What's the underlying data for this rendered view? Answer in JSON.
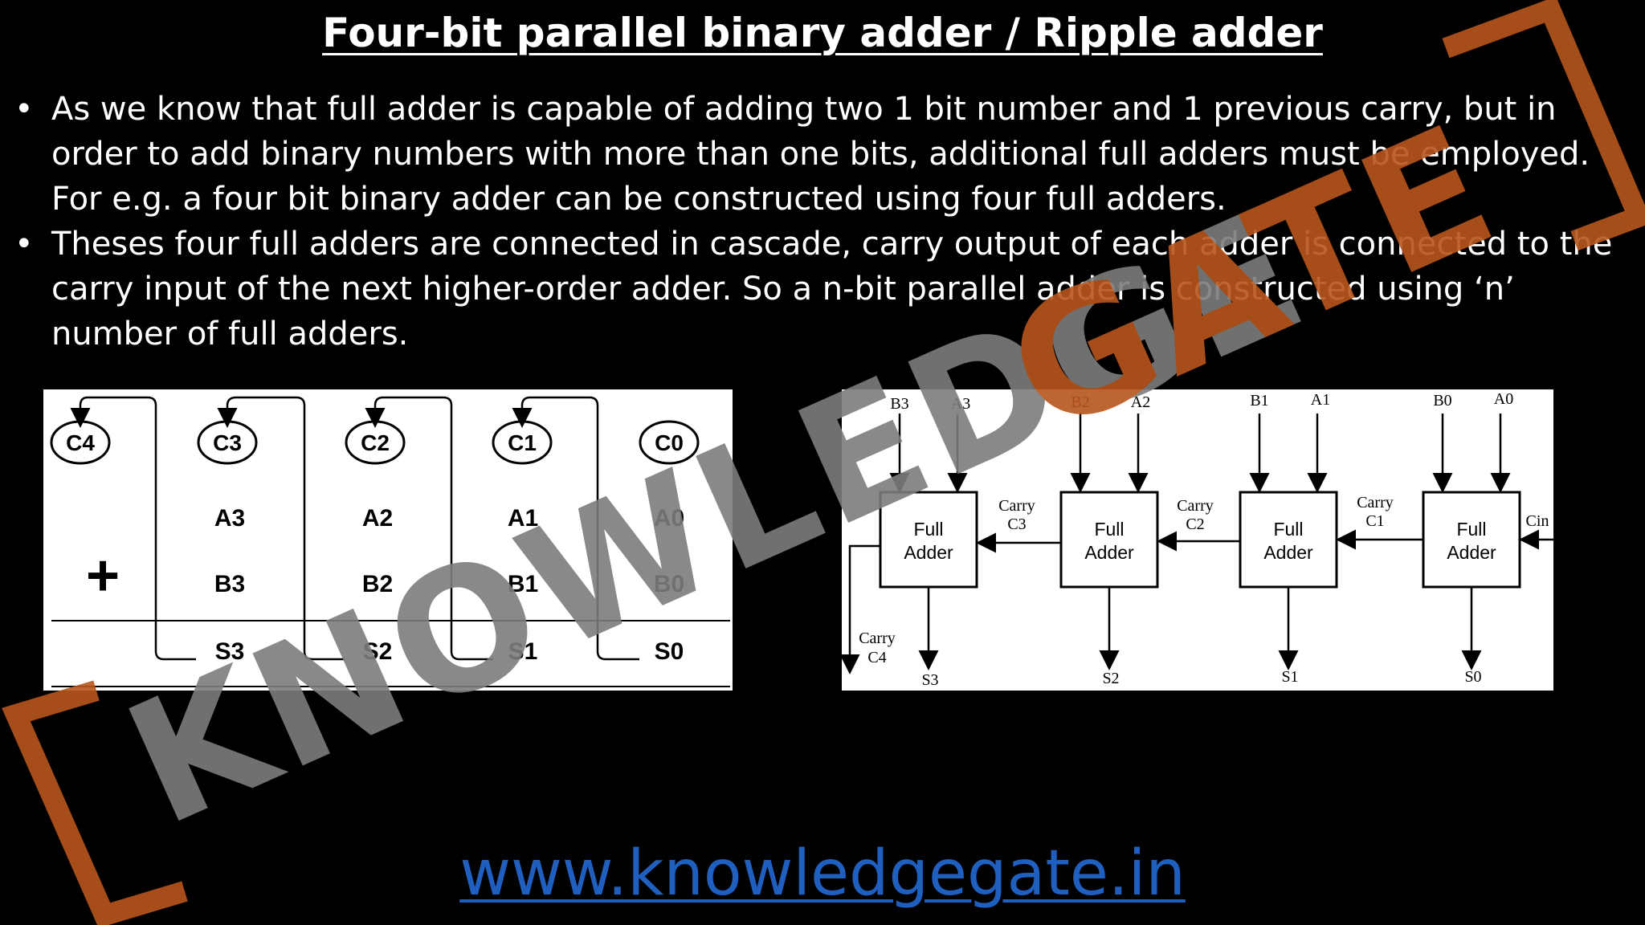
{
  "slide": {
    "title": "Four-bit parallel binary adder / Ripple adder",
    "bullets": [
      "As we know that full adder is capable of adding two 1 bit number and 1 previous carry, but in order to add binary numbers with more than one bits, additional full adders must be employed. For e.g. a four bit binary adder can be constructed using four full adders.",
      "Theses four full adders are connected in cascade, carry output of each adder is connected to the carry input of the next higher-order adder. So a n-bit parallel adder is constructed using ‘n’ number of full adders."
    ],
    "url": "www.knowledgegate.in"
  },
  "watermark": {
    "word_gray": "KNOWLEDGE",
    "word_orange": "GATE",
    "gray_color": "#7d7d7d",
    "orange_color": "#b8561c"
  },
  "addition_diagram": {
    "carries": [
      "C4",
      "C3",
      "C2",
      "C1",
      "C0"
    ],
    "a_row": [
      "A3",
      "A2",
      "A1",
      "A0"
    ],
    "b_row": [
      "B3",
      "B2",
      "B1",
      "B0"
    ],
    "sums": [
      "S3",
      "S2",
      "S1",
      "S0"
    ],
    "operator": "+"
  },
  "block_diagram": {
    "adder_label_line1": "Full",
    "adder_label_line2": "Adder",
    "stages": [
      {
        "b": "B3",
        "a": "A3",
        "sum": "S3"
      },
      {
        "b": "B2",
        "a": "A2",
        "sum": "S2"
      },
      {
        "b": "B1",
        "a": "A1",
        "sum": "S1"
      },
      {
        "b": "B0",
        "a": "A0",
        "sum": "S0"
      }
    ],
    "carries": [
      {
        "word": "Carry",
        "sym": "C3"
      },
      {
        "word": "Carry",
        "sym": "C2"
      },
      {
        "word": "Carry",
        "sym": "C1"
      }
    ],
    "carry_in": "Cin",
    "carry_out_word": "Carry",
    "carry_out_sym": "C4"
  }
}
